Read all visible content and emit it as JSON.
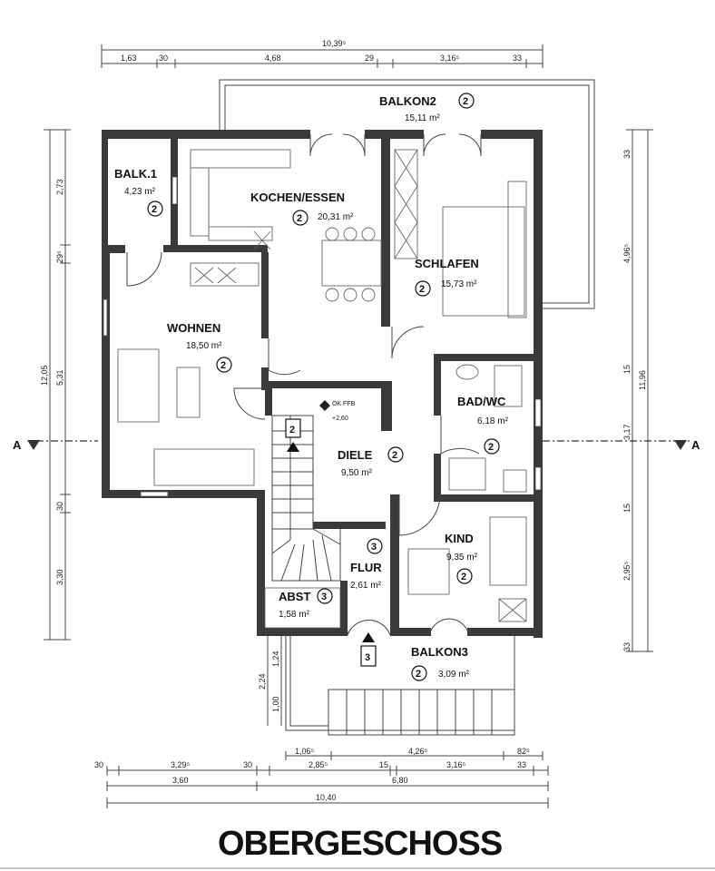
{
  "title": "OBERGESCHOSS",
  "section": {
    "left": "A",
    "right": "A"
  },
  "stair_numbers": {
    "two": "2",
    "three": "3"
  },
  "level_mark": {
    "label": "OK FFB",
    "value": "+2,60"
  },
  "rooms": [
    {
      "id": "balkon2",
      "name": "BALKON2",
      "area": "15,11 m²",
      "code": "2"
    },
    {
      "id": "balk1",
      "name": "BALK.1",
      "area": "4,23 m²",
      "code": "2"
    },
    {
      "id": "kochen",
      "name": "KOCHEN/ESSEN",
      "area": "20,31 m²",
      "code": "2"
    },
    {
      "id": "schlafen",
      "name": "SCHLAFEN",
      "area": "15,73 m²",
      "code": "2"
    },
    {
      "id": "wohnen",
      "name": "WOHNEN",
      "area": "18,50 m²",
      "code": "2"
    },
    {
      "id": "badwc",
      "name": "BAD/WC",
      "area": "6,18 m²",
      "code": "2"
    },
    {
      "id": "diele",
      "name": "DIELE",
      "area": "9,50 m²",
      "code": "2"
    },
    {
      "id": "kind",
      "name": "KIND",
      "area": "9,35 m²",
      "code": "2"
    },
    {
      "id": "flur",
      "name": "FLUR",
      "area": "2,61 m²",
      "code": "3"
    },
    {
      "id": "abst",
      "name": "ABST",
      "area": "1,58 m²",
      "code": "3"
    },
    {
      "id": "balkon3",
      "name": "BALKON3",
      "area": "3,09 m²",
      "code": "2"
    }
  ],
  "dims": {
    "top_total": "10,39⁵",
    "top": [
      "1,63",
      "30",
      "4,68",
      "29",
      "3,16⁵",
      "33"
    ],
    "bottom1": [
      "1,06⁵",
      "4,26⁵",
      "82⁵"
    ],
    "bottom2": [
      "30",
      "3,29⁵",
      "30",
      "2,85⁵",
      "15",
      "3,16⁵",
      "33"
    ],
    "bottom3": [
      "3,60",
      "6,80"
    ],
    "bottom_total": "10,40",
    "left": [
      "2,73",
      "29⁵",
      "5,31",
      "30",
      "3,30"
    ],
    "left_total": "12,05",
    "left_small": [
      "2,24",
      "1,24",
      "1,00"
    ],
    "right": [
      "33",
      "4,96⁵",
      "15",
      "3,17",
      "15",
      "2,95⁵",
      "33"
    ],
    "right_total": "11,96"
  }
}
